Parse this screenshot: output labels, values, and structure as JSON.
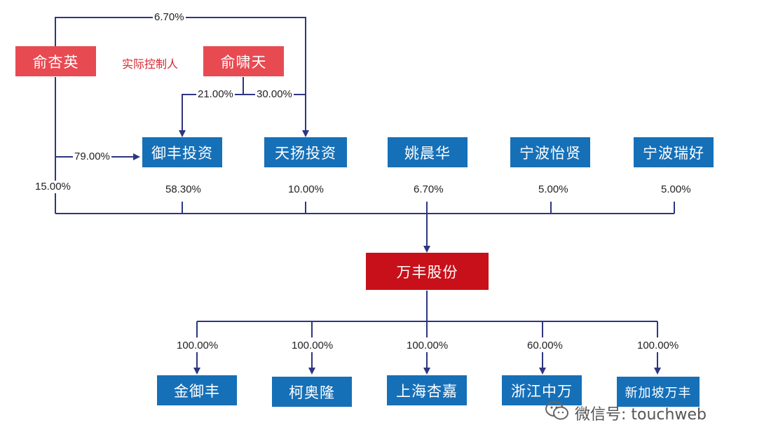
{
  "colors": {
    "line": "#2e3680",
    "person_red": "#e84a52",
    "company_red": "#c8101a",
    "entity_blue": "#1670b8",
    "label_red": "#d8262e"
  },
  "controllers": {
    "yu_xingying": "俞杏英",
    "yu_xiaotian": "俞啸天",
    "label": "实际控制人"
  },
  "shareholders": {
    "yufeng": "御丰投资",
    "tianyang": "天扬投资",
    "yaochenhua": "姚晨华",
    "ningbo_yixian": "宁波怡贤",
    "ningbo_ruihao": "宁波瑞好"
  },
  "company": "万丰股份",
  "subsidiaries": {
    "jinyufeng": "金御丰",
    "keaolong": "柯奥隆",
    "shanghai_xingjia": "上海杏嘉",
    "zhejiang_zhongwan": "浙江中万",
    "singapore_wanfeng": "新加坡万丰"
  },
  "percentages": {
    "yu_to_tianyang": "6.70%",
    "xiaotian_to_yufeng": "21.00%",
    "xiaotian_to_tianyang": "30.00%",
    "yu_to_yufeng": "79.00%",
    "yu_direct": "15.00%",
    "yufeng_stake": "58.30%",
    "tianyang_stake": "10.00%",
    "yaochenhua_stake": "6.70%",
    "ningbo_yixian_stake": "5.00%",
    "ningbo_ruihao_stake": "5.00%",
    "jinyufeng": "100.00%",
    "keaolong": "100.00%",
    "shanghai_xingjia": "100.00%",
    "zhejiang_zhongwan": "60.00%",
    "singapore_wanfeng": "100.00%"
  },
  "watermark": {
    "icon": "wechat-icon",
    "text": "微信号: touchweb"
  }
}
